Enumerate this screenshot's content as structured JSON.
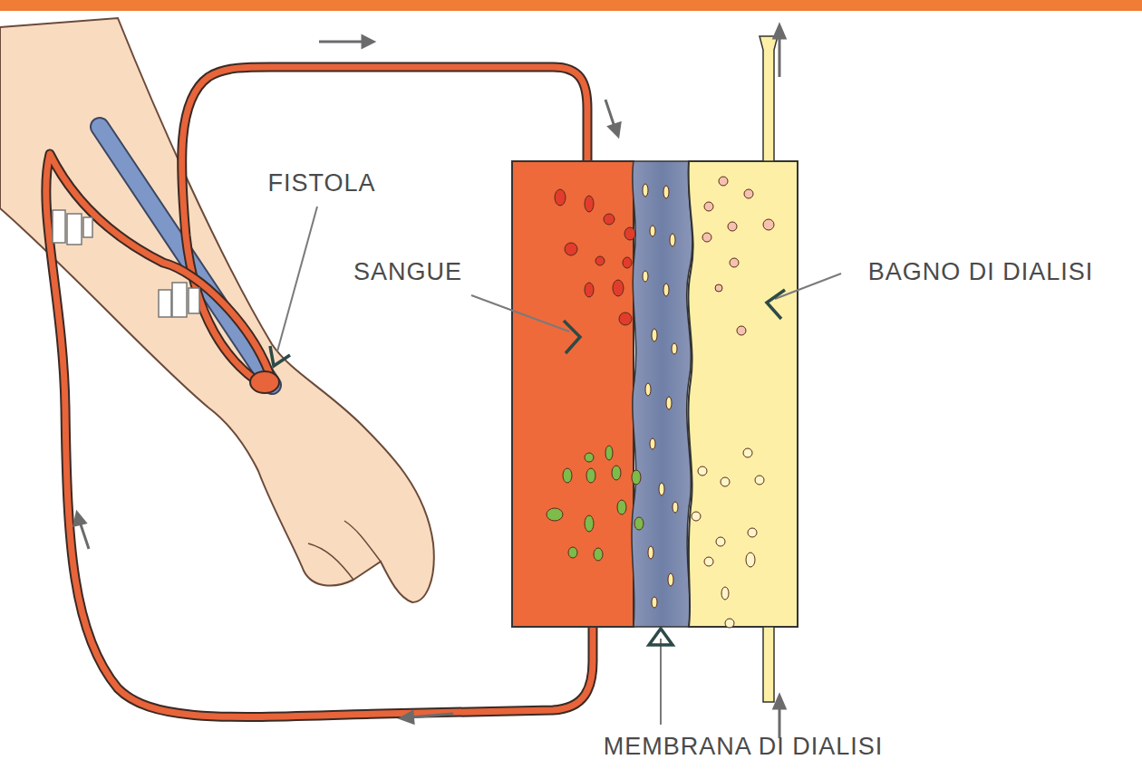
{
  "diagram": {
    "labels": [
      "FISTOLA",
      "SANGUE",
      "BAGNO DI DIALISI",
      "MEMBRANA DI DIALISI"
    ]
  }
}
